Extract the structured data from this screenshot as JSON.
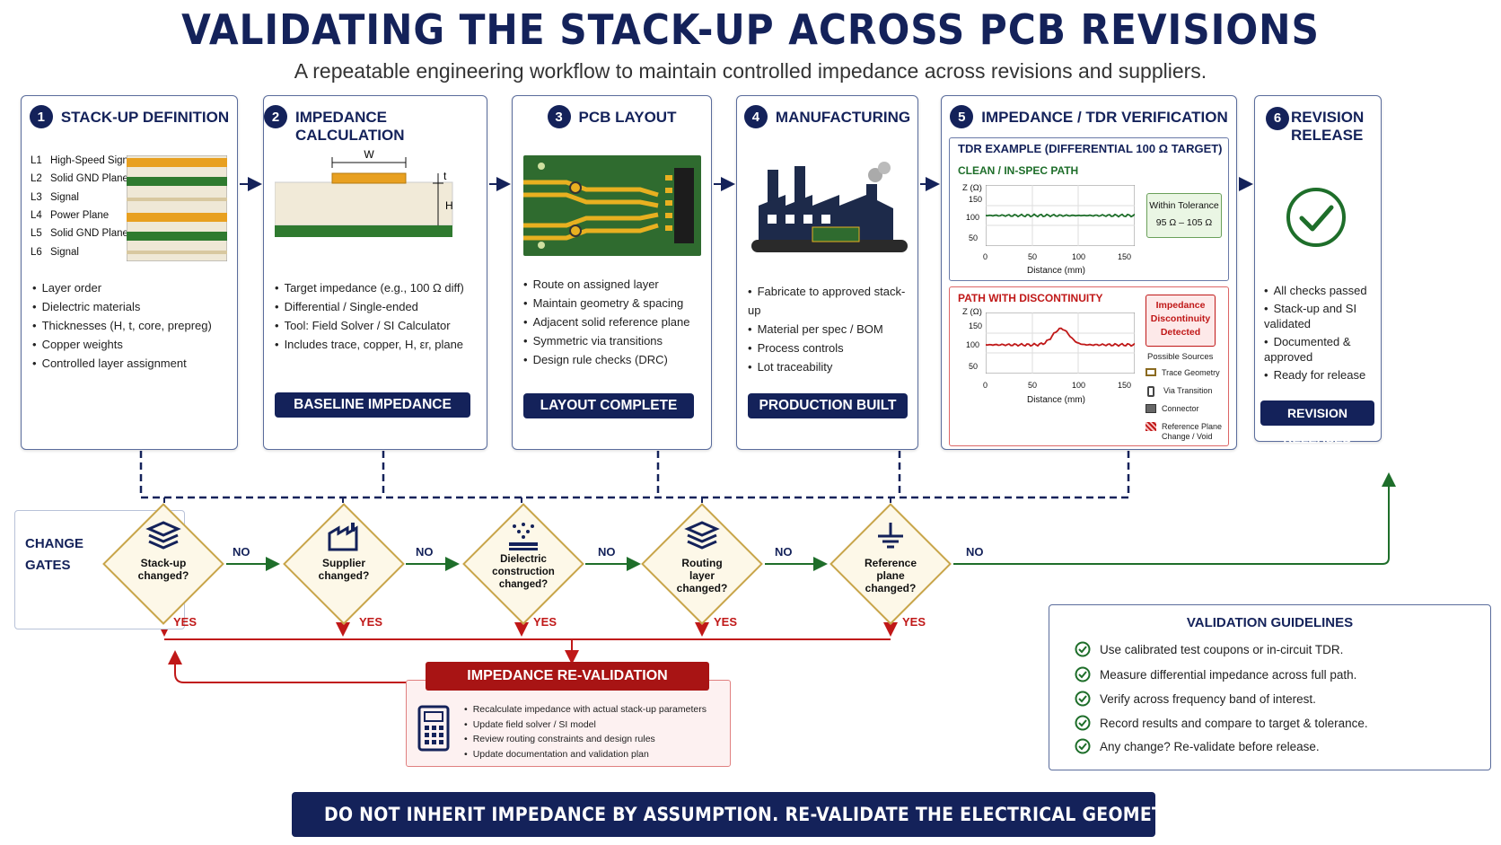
{
  "header": {
    "title": "VALIDATING THE STACK-UP ACROSS PCB REVISIONS",
    "subtitle": "A repeatable engineering workflow to maintain controlled impedance across revisions and suppliers."
  },
  "steps": [
    {
      "num": "1",
      "title": "STACK-UP DEFINITION",
      "layers": [
        {
          "id": "L1",
          "name": "High-Speed Signal"
        },
        {
          "id": "L2",
          "name": "Solid GND Plane"
        },
        {
          "id": "L3",
          "name": "Signal"
        },
        {
          "id": "L4",
          "name": "Power Plane"
        },
        {
          "id": "L5",
          "name": "Solid GND Plane"
        },
        {
          "id": "L6",
          "name": "Signal"
        }
      ],
      "bullets": [
        "Layer order",
        "Dielectric materials",
        "Thicknesses (H, t, core, prepreg)",
        "Copper weights",
        "Controlled layer assignment"
      ]
    },
    {
      "num": "2",
      "title": "IMPEDANCE CALCULATION",
      "diagram_labels": {
        "w": "W",
        "t": "t",
        "h": "H"
      },
      "bullets": [
        "Target impedance (e.g., 100 Ω diff)",
        "Differential / Single-ended",
        "Tool: Field Solver / SI Calculator",
        "Includes trace, copper, H, εr, plane"
      ],
      "banner": "BASELINE IMPEDANCE"
    },
    {
      "num": "3",
      "title": "PCB LAYOUT",
      "bullets": [
        "Route on assigned layer",
        "Maintain geometry & spacing",
        "Adjacent solid reference plane",
        "Symmetric via transitions",
        "Design rule checks (DRC)"
      ],
      "banner": "LAYOUT COMPLETE"
    },
    {
      "num": "4",
      "title": "MANUFACTURING",
      "bullets": [
        "Fabricate to approved stack-up",
        "Material per spec / BOM",
        "Process controls",
        "Lot traceability"
      ],
      "banner": "PRODUCTION BUILT"
    },
    {
      "num": "5",
      "title": "IMPEDANCE / TDR VERIFICATION",
      "tdr_title": "TDR EXAMPLE (DIFFERENTIAL 100 Ω TARGET)",
      "clean": {
        "label": "CLEAN / IN-SPEC PATH",
        "y_axis": "Z (Ω)",
        "y_ticks": [
          "50",
          "100",
          "150"
        ],
        "x_ticks": [
          "0",
          "50",
          "100",
          "150"
        ],
        "x_axis": "Distance (mm)",
        "tol_title": "Within Tolerance",
        "tol_range": "95 Ω – 105 Ω"
      },
      "disc": {
        "label": "PATH WITH DISCONTINUITY",
        "y_axis": "Z (Ω)",
        "y_ticks": [
          "50",
          "100",
          "150"
        ],
        "x_ticks": [
          "0",
          "50",
          "100",
          "150"
        ],
        "x_axis": "Distance (mm)",
        "alert": "Impedance Discontinuity Detected",
        "sources_title": "Possible Sources",
        "sources": [
          "Trace Geometry",
          "Via Transition",
          "Connector",
          "Reference Plane Change / Void"
        ]
      }
    },
    {
      "num": "6",
      "title": "REVISION RELEASE",
      "bullets": [
        "All checks passed",
        "Stack-up and SI validated",
        "Documented & approved",
        "Ready for release"
      ],
      "banner": "REVISION RELEASED"
    }
  ],
  "gates": {
    "label": "CHANGE GATES",
    "items": [
      {
        "text": "Stack-up changed?",
        "icon": "layers-icon"
      },
      {
        "text": "Supplier changed?",
        "icon": "factory-icon"
      },
      {
        "text": "Dielectric construction changed?",
        "icon": "dielectric-icon"
      },
      {
        "text": "Routing layer changed?",
        "icon": "layers-icon"
      },
      {
        "text": "Reference plane changed?",
        "icon": "ground-icon"
      }
    ],
    "no": "NO",
    "yes": "YES"
  },
  "revalidation": {
    "title": "IMPEDANCE RE-VALIDATION",
    "bullets": [
      "Recalculate impedance with actual stack-up parameters",
      "Update field solver / SI model",
      "Review routing constraints and design rules",
      "Update documentation and validation plan"
    ]
  },
  "guidelines": {
    "title": "VALIDATION GUIDELINES",
    "items": [
      "Use calibrated test coupons or in-circuit TDR.",
      "Measure differential impedance across full path.",
      "Verify across frequency band of interest.",
      "Record results and compare to target & tolerance.",
      "Any change? Re-validate before release."
    ]
  },
  "footer": "DO NOT INHERIT IMPEDANCE BY ASSUMPTION. RE-VALIDATE THE ELECTRICAL GEOMETRY.",
  "colors": {
    "navy": "#14225a",
    "red": "#c01818",
    "green": "#1e6e2a",
    "gold": "#e8a020",
    "pcb": "#2f6b2f"
  }
}
